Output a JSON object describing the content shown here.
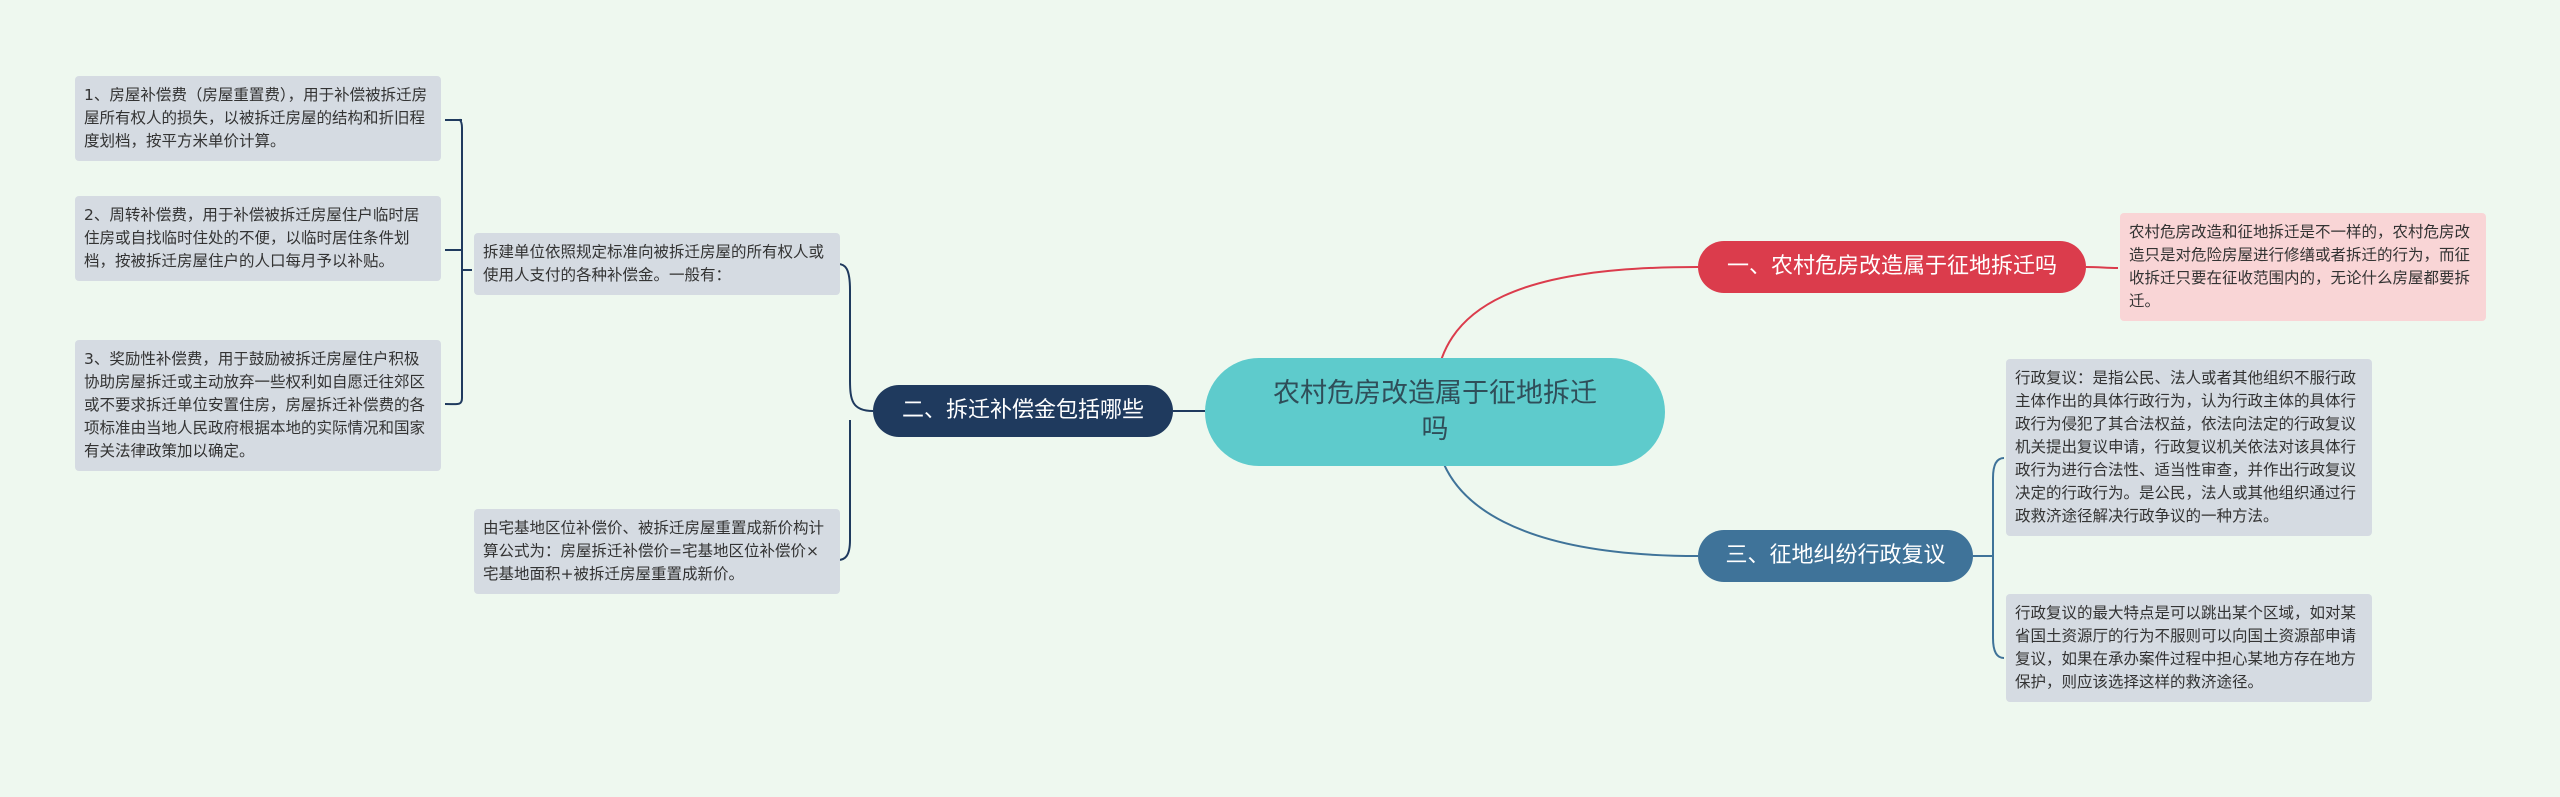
{
  "root": {
    "title": "农村危房改造属于征地拆迁吗"
  },
  "branches": {
    "compensation": {
      "label": "二、拆迁补偿金包括哪些",
      "children": {
        "definition": {
          "text": "拆建单位依照规定标准向被拆迁房屋的所有权人或使用人支付的各种补偿金。一般有：",
          "items": [
            "1、房屋补偿费（房屋重置费），用于补偿被拆迁房屋所有权人的损失，以被拆迁房屋的结构和折旧程度划档，按平方米单价计算。",
            "2、周转补偿费，用于补偿被拆迁房屋住户临时居住房或自找临时住处的不便，以临时居住条件划档，按被拆迁房屋住户的人口每月予以补贴。",
            "3、奖励性补偿费，用于鼓励被拆迁房屋住户积极协助房屋拆迁或主动放弃一些权利如自愿迁往郊区或不要求拆迁单位安置住房，房屋拆迁补偿费的各项标准由当地人民政府根据本地的实际情况和国家有关法律政策加以确定。"
          ]
        },
        "formula": {
          "text": "由宅基地区位补偿价、被拆迁房屋重置成新价构计算公式为：房屋拆迁补偿价=宅基地区位补偿价×宅基地面积+被拆迁房屋重置成新价。"
        }
      }
    },
    "rural": {
      "label": "一、农村危房改造属于征地拆迁吗",
      "text": "农村危房改造和征地拆迁是不一样的，农村危房改造只是对危险房屋进行修缮或者拆迁的行为，而征收拆迁只要在征收范围内的，无论什么房屋都要拆迁。"
    },
    "review": {
      "label": "三、征地纠纷行政复议",
      "items": [
        "行政复议：是指公民、法人或者其他组织不服行政主体作出的具体行政行为，认为行政主体的具体行政行为侵犯了其合法权益，依法向法定的行政复议机关提出复议申请，行政复议机关依法对该具体行政行为进行合法性、适当性审查，并作出行政复议决定的行政行为。是公民，法人或其他组织通过行政救济途径解决行政争议的一种方法。",
        "行政复议的最大特点是可以跳出某个区域，如对某省国土资源厅的行为不服则可以向国土资源部申请复议，如果在承办案件过程中担心某地方存在地方保护，则应该选择这样的救济途径。"
      ]
    }
  },
  "colors": {
    "background": "#eef8ef",
    "root": "#5ecbcc",
    "branch_left": "#1f3a5e",
    "branch_red": "#db3c4c",
    "branch_blue": "#3f7399",
    "leaf": "#d5dbe2",
    "leaf_red": "#f9d5d6"
  }
}
